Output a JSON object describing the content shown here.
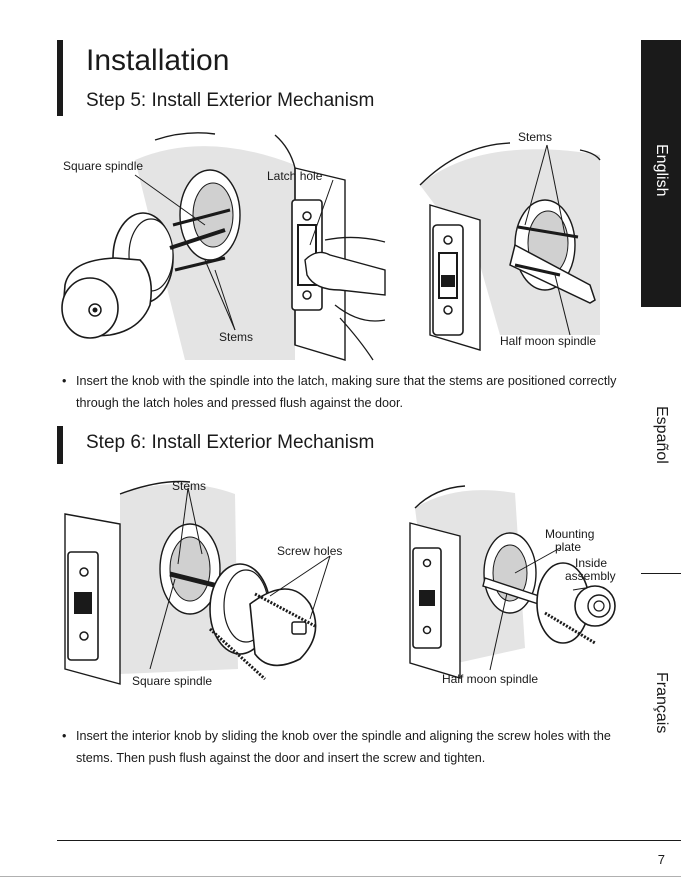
{
  "page": {
    "title": "Installation",
    "page_number": "7"
  },
  "languages": [
    {
      "label": "English",
      "active": true
    },
    {
      "label": "Español",
      "active": false
    },
    {
      "label": "Français",
      "active": false
    }
  ],
  "step5": {
    "heading": "Step 5: Install Exterior Mechanism",
    "labels": {
      "square_spindle": "Square spindle",
      "latch_hole": "Latch hole",
      "stems_a": "Stems",
      "stems_b": "Stems",
      "half_moon_spindle": "Half moon spindle"
    },
    "instruction": "Insert the knob with the spindle into the latch, making sure that the stems are positioned correctly through the latch holes and pressed flush against the door."
  },
  "step6": {
    "heading": "Step 6: Install Exterior Mechanism",
    "labels": {
      "stems": "Stems",
      "screw_holes": "Screw holes",
      "square_spindle": "Square spindle",
      "mounting": "Mounting",
      "plate": "plate",
      "inside": "Inside",
      "assembly": "assembly",
      "half_moon_spindle": "Half moon spindle"
    },
    "instruction": "Insert the interior knob by sliding the knob over the spindle and aligning the screw holes with the stems. Then push flush against the door and insert the screw and tighten."
  },
  "bullet": "•"
}
